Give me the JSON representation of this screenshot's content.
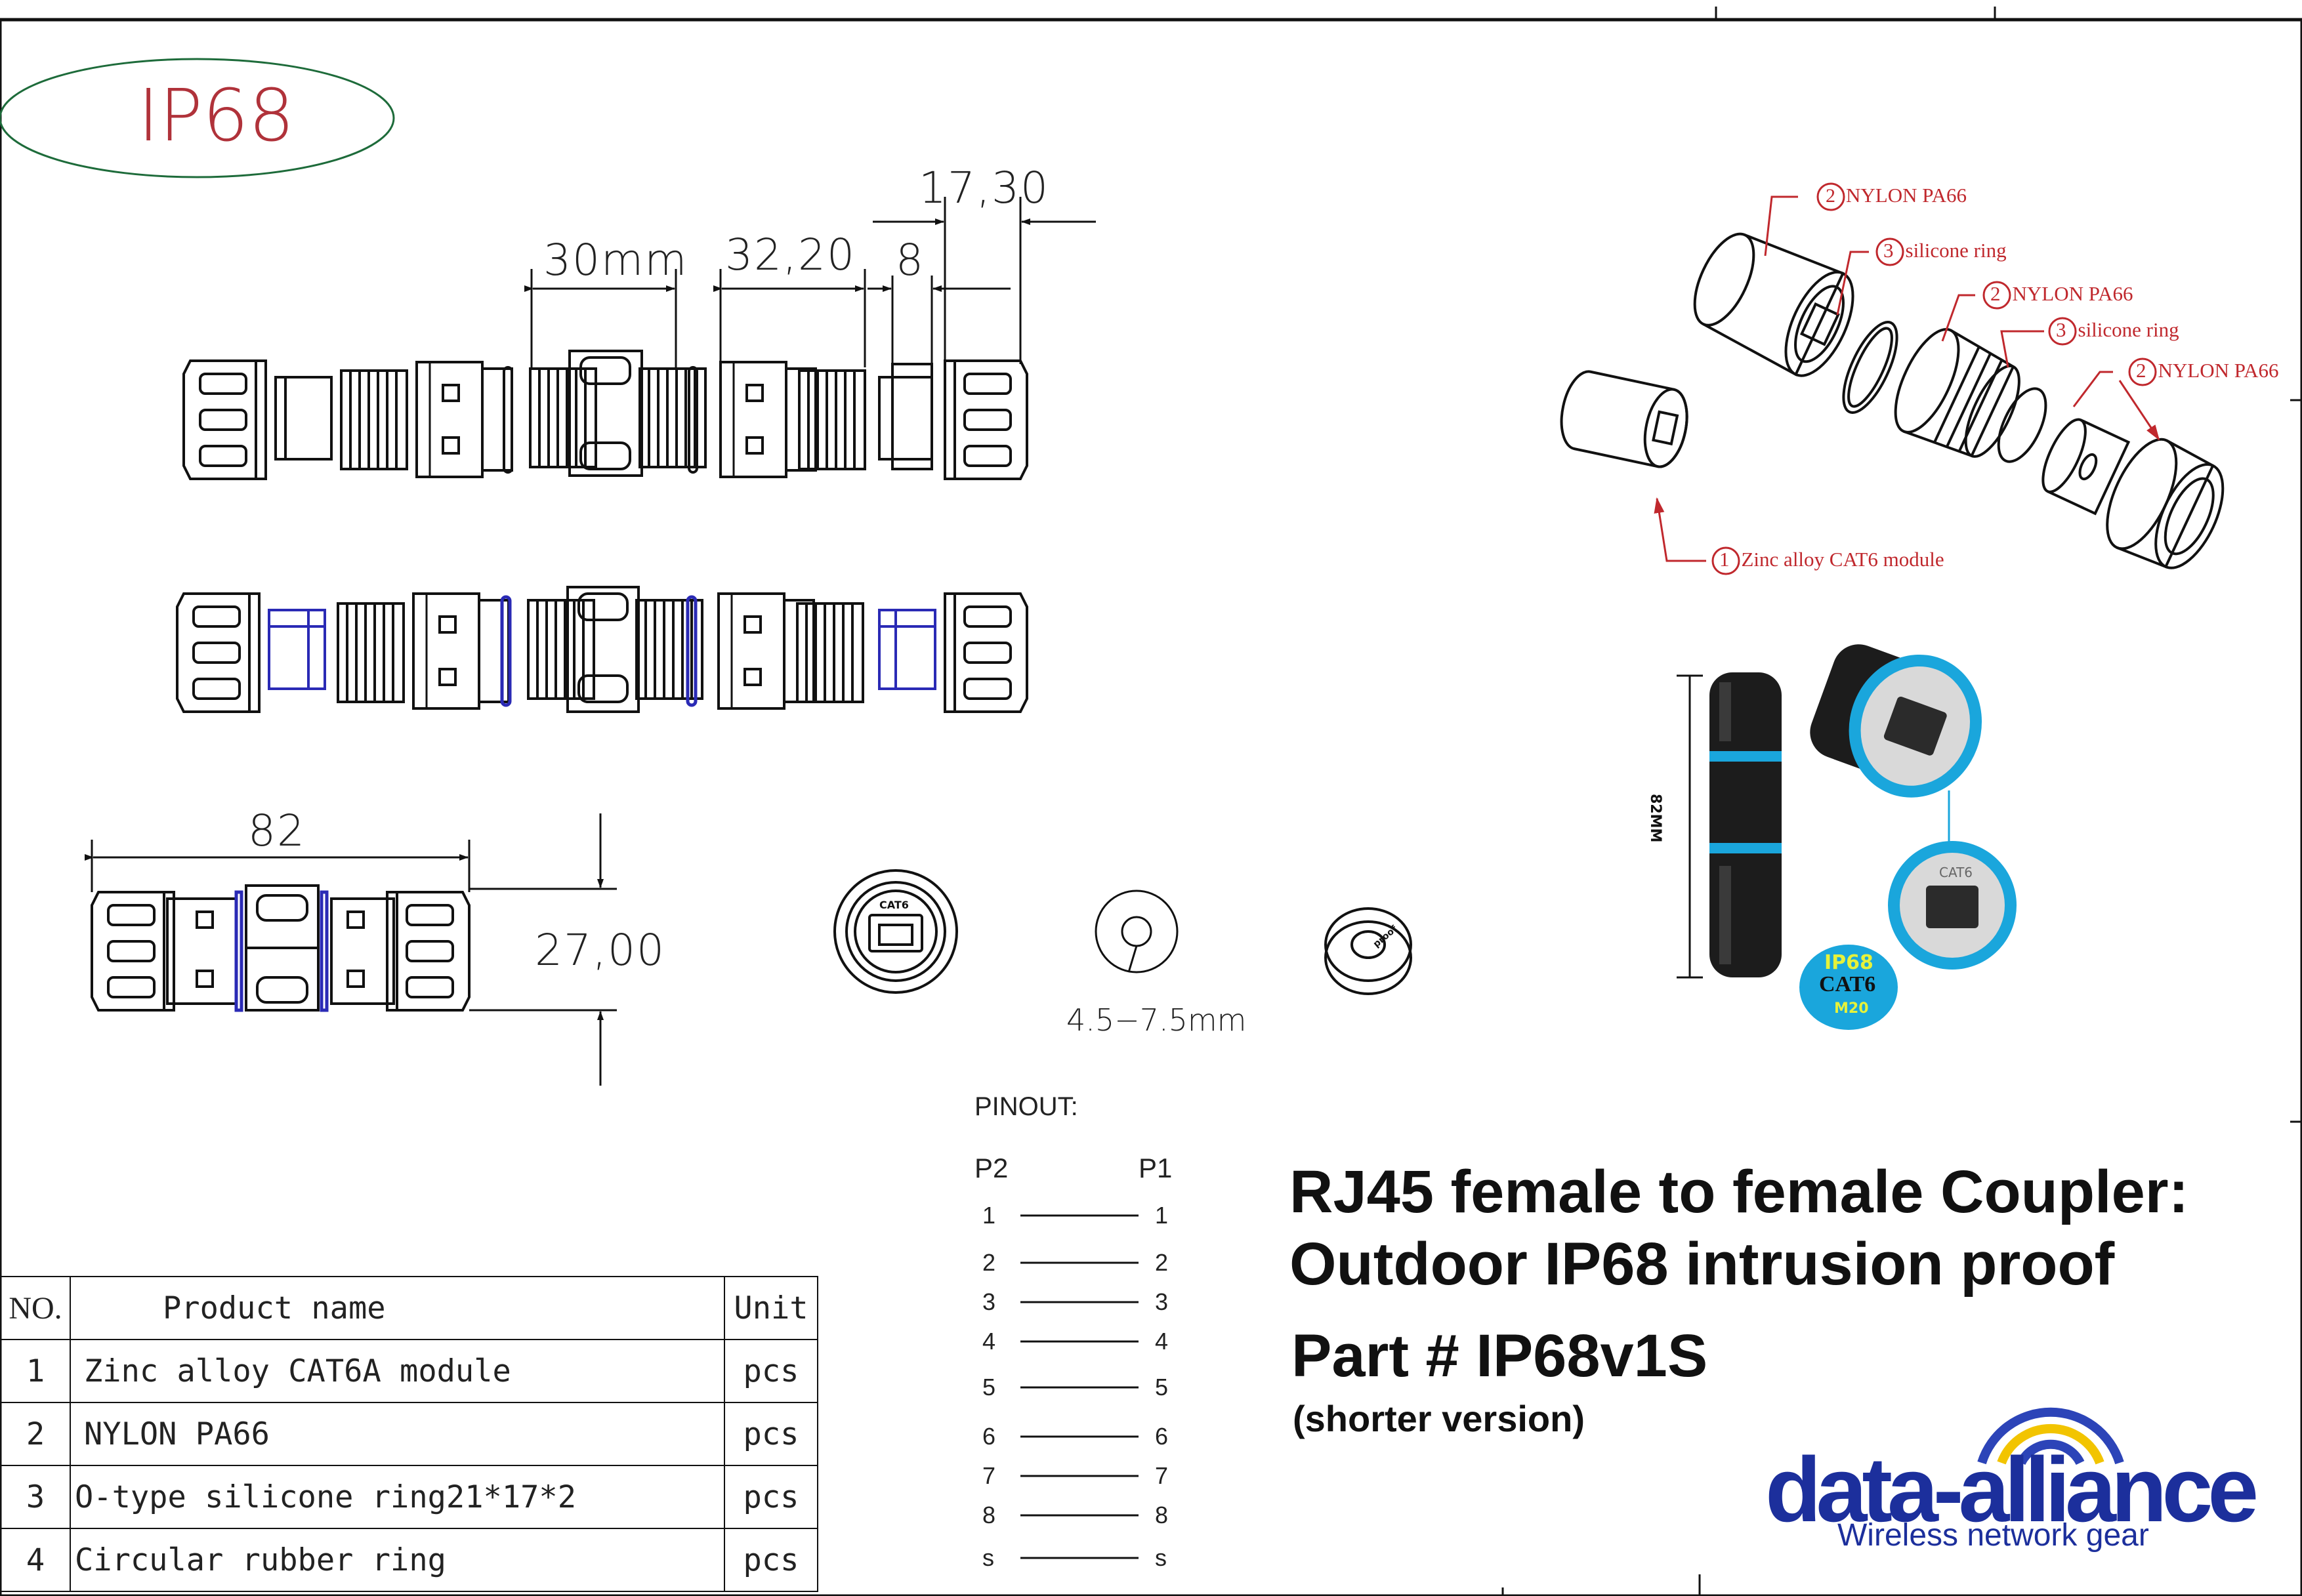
{
  "badge": {
    "label": "IP68"
  },
  "dimensions": {
    "d30": "30mm",
    "d3220": "32,20",
    "d8": "8",
    "d1730": "17,30",
    "d82": "82",
    "d2700": "27,00",
    "cable_range": "4.5−7.5mm"
  },
  "exploded_view": {
    "labels": [
      {
        "num": "2",
        "text": "NYLON PA66"
      },
      {
        "num": "3",
        "text": "silicone ring"
      },
      {
        "num": "2",
        "text": "NYLON PA66"
      },
      {
        "num": "3",
        "text": "silicone ring"
      },
      {
        "num": "2",
        "text": "NYLON PA66"
      },
      {
        "num": "1",
        "text": "Zinc alloy CAT6 module"
      }
    ]
  },
  "product_photo": {
    "length_label": "82MM",
    "jack_label": "CAT6",
    "badge_line1": "IP68",
    "badge_line2": "CAT6",
    "badge_line3": "M20",
    "colors": {
      "black": "#1c1c1c",
      "blue_ring": "#1aa6dc",
      "badge_bg": "#1aa6dc",
      "badge_yellow": "#e6f23a"
    }
  },
  "small_parts": {
    "module_label": "CAT6",
    "gasket_label": "proof"
  },
  "pinout": {
    "title": "PINOUT:",
    "left_header": "P2",
    "right_header": "P1",
    "pins": [
      "1",
      "2",
      "3",
      "4",
      "5",
      "6",
      "7",
      "8",
      "s"
    ]
  },
  "bom": {
    "headers": [
      "NO.",
      "Product name",
      "Unit"
    ],
    "rows": [
      [
        "1",
        "Zinc alloy CAT6A module",
        "pcs"
      ],
      [
        "2",
        "NYLON PA66",
        "pcs"
      ],
      [
        "3",
        "O-type silicone ring21*17*2",
        "pcs"
      ],
      [
        "4",
        "Circular rubber ring",
        "pcs"
      ]
    ]
  },
  "heading": {
    "line1": "RJ45 female to female Coupler:",
    "line2": "Outdoor IP68 intrusion proof",
    "part": "Part # IP68v1S",
    "version": "(shorter version)"
  },
  "logo": {
    "name": "data-alliance",
    "tagline": "Wireless network gear",
    "colors": {
      "brand_blue": "#1c2f9c",
      "arc_yellow": "#f2c400",
      "arc_blue": "#2c44b8"
    }
  }
}
